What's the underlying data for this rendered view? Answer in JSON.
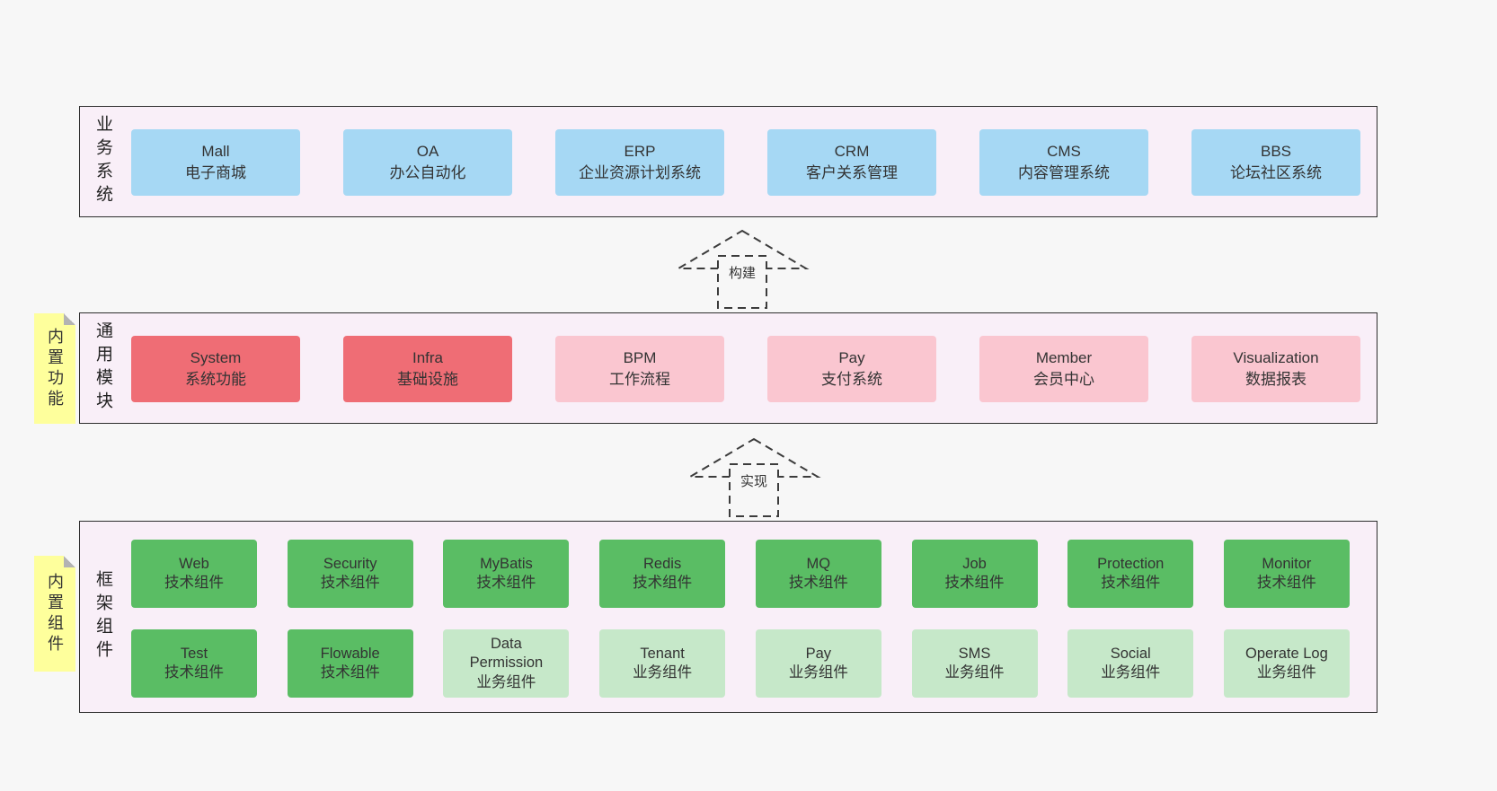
{
  "colors": {
    "canvas_bg": "#f7f7f7",
    "container_bg": "#f9eff8",
    "container_border": "#2e2e2e",
    "blue": "#a6d8f4",
    "red": "#ef6d75",
    "pink": "#fac6d0",
    "green": "#5abd64",
    "light_green": "#c6e8c9",
    "note_yellow": "#feff9c",
    "text": "#333333"
  },
  "arrows": [
    {
      "label": "构建"
    },
    {
      "label": "实现"
    }
  ],
  "layers": [
    {
      "side_label": "业务系统",
      "boxes": [
        {
          "en": "Mall",
          "zh": "电子商城",
          "variant": "blue"
        },
        {
          "en": "OA",
          "zh": "办公自动化",
          "variant": "blue"
        },
        {
          "en": "ERP",
          "zh": "企业资源计划系统",
          "variant": "blue"
        },
        {
          "en": "CRM",
          "zh": "客户关系管理",
          "variant": "blue"
        },
        {
          "en": "CMS",
          "zh": "内容管理系统",
          "variant": "blue"
        },
        {
          "en": "BBS",
          "zh": "论坛社区系统",
          "variant": "blue"
        }
      ]
    },
    {
      "side_label": "通用模块",
      "note": "内置功能",
      "boxes": [
        {
          "en": "System",
          "zh": "系统功能",
          "variant": "red"
        },
        {
          "en": "Infra",
          "zh": "基础设施",
          "variant": "red"
        },
        {
          "en": "BPM",
          "zh": "工作流程",
          "variant": "pink"
        },
        {
          "en": "Pay",
          "zh": "支付系统",
          "variant": "pink"
        },
        {
          "en": "Member",
          "zh": "会员中心",
          "variant": "pink"
        },
        {
          "en": "Visualization",
          "zh": "数据报表",
          "variant": "pink"
        }
      ]
    },
    {
      "side_label": "框架组件",
      "note": "内置组件",
      "rows": [
        [
          {
            "en": "Web",
            "zh": "技术组件",
            "variant": "green"
          },
          {
            "en": "Security",
            "zh": "技术组件",
            "variant": "green"
          },
          {
            "en": "MyBatis",
            "zh": "技术组件",
            "variant": "green"
          },
          {
            "en": "Redis",
            "zh": "技术组件",
            "variant": "green"
          },
          {
            "en": "MQ",
            "zh": "技术组件",
            "variant": "green"
          },
          {
            "en": "Job",
            "zh": "技术组件",
            "variant": "green"
          },
          {
            "en": "Protection",
            "zh": "技术组件",
            "variant": "green"
          },
          {
            "en": "Monitor",
            "zh": "技术组件",
            "variant": "green"
          }
        ],
        [
          {
            "en": "Test",
            "zh": "技术组件",
            "variant": "green"
          },
          {
            "en": "Flowable",
            "zh": "技术组件",
            "variant": "green"
          },
          {
            "en": "Data Permission",
            "zh": "业务组件",
            "variant": "lightgreen"
          },
          {
            "en": "Tenant",
            "zh": "业务组件",
            "variant": "lightgreen"
          },
          {
            "en": "Pay",
            "zh": "业务组件",
            "variant": "lightgreen"
          },
          {
            "en": "SMS",
            "zh": "业务组件",
            "variant": "lightgreen"
          },
          {
            "en": "Social",
            "zh": "业务组件",
            "variant": "lightgreen"
          },
          {
            "en": "Operate Log",
            "zh": "业务组件",
            "variant": "lightgreen"
          }
        ]
      ]
    }
  ]
}
